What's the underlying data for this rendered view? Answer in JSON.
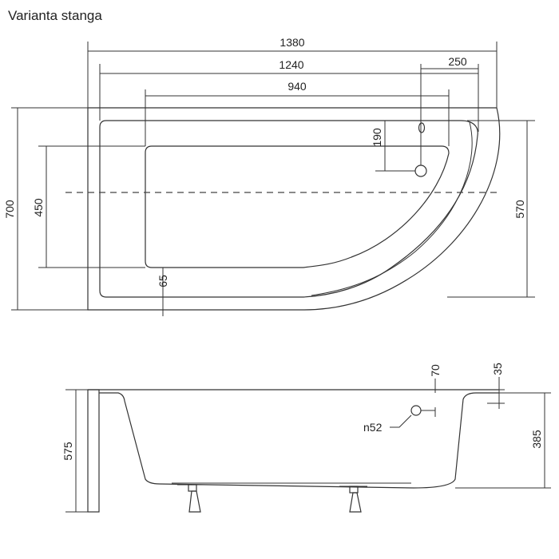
{
  "title": "Varianta stanga",
  "top_view": {
    "dims": {
      "overall_length": "1380",
      "inner_length": "1240",
      "basin_length": "940",
      "right_offset": "250",
      "drain_offset": "190",
      "overall_width": "700",
      "basin_width": "450",
      "right_width": "570",
      "rim": "65"
    }
  },
  "side_view": {
    "dims": {
      "rim_right": "70",
      "edge": "35",
      "overflow": "n52",
      "total_height": "575",
      "inner_depth": "385"
    }
  }
}
